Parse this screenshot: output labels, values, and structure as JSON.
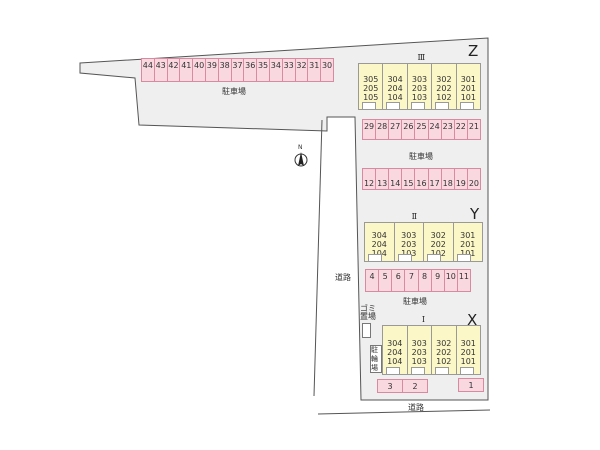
{
  "buildings": {
    "Z": {
      "letter": "Z",
      "numeral": "Ⅲ",
      "units": [
        [
          "305",
          "205",
          "105"
        ],
        [
          "304",
          "204",
          "104"
        ],
        [
          "303",
          "203",
          "103"
        ],
        [
          "302",
          "202",
          "102"
        ],
        [
          "301",
          "201",
          "101"
        ]
      ]
    },
    "Y": {
      "letter": "Y",
      "numeral": "Ⅱ",
      "units": [
        [
          "304",
          "204",
          "104"
        ],
        [
          "303",
          "203",
          "103"
        ],
        [
          "302",
          "202",
          "102"
        ],
        [
          "301",
          "201",
          "101"
        ]
      ]
    },
    "X": {
      "letter": "X",
      "numeral": "Ⅰ",
      "units": [
        [
          "304",
          "204",
          "104"
        ],
        [
          "303",
          "203",
          "103"
        ],
        [
          "302",
          "202",
          "102"
        ],
        [
          "301",
          "201",
          "101"
        ]
      ]
    }
  },
  "parking": {
    "top": [
      "44",
      "43",
      "42",
      "41",
      "40",
      "39",
      "38",
      "37",
      "36",
      "35",
      "34",
      "33",
      "32",
      "31",
      "30"
    ],
    "z_front": [
      "29",
      "28",
      "27",
      "26",
      "25",
      "24",
      "23",
      "22",
      "21"
    ],
    "z_back": [
      "12",
      "13",
      "14",
      "15",
      "16",
      "17",
      "18",
      "19",
      "20"
    ],
    "y_front": [
      "4",
      "5",
      "6",
      "7",
      "8",
      "9",
      "10",
      "11"
    ],
    "x_front_left": [
      "3",
      "2"
    ],
    "x_front_right": [
      "1"
    ]
  },
  "labels": {
    "parking_lot": "駐車場",
    "road": "道路",
    "garbage": "ゴミ置場",
    "bicycle": "駐輪場",
    "north": "N"
  },
  "colors": {
    "parking": "#f9d8e0",
    "building": "#fbf7c6",
    "lot": "#efefef"
  }
}
